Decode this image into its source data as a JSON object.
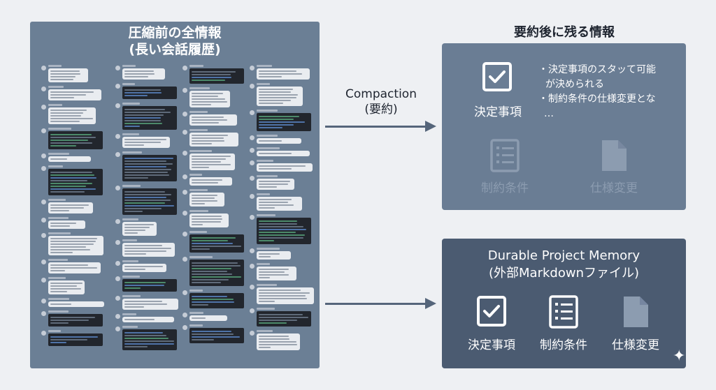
{
  "history": {
    "title_line1": "圧縮前の全情報",
    "title_line2": "(長い会話履歴)"
  },
  "compaction": {
    "line1": "Compaction",
    "line2": "(要約)"
  },
  "summary": {
    "heading": "要約後に残る情報",
    "decision_label": "決定事項",
    "constraint_label": "制約条件",
    "spec_label": "仕様変更",
    "bullet1_line1": "・決定事項のスタッて可能",
    "bullet1_line2": "が決められる",
    "bullet2": "・制約条件の仕様変更とな",
    "bullet3": "…"
  },
  "memory": {
    "title_line1": "Durable Project Memory",
    "title_line2": "(外部Markdownファイル)",
    "decision_label": "決定事項",
    "constraint_label": "制約条件",
    "spec_label": "仕様変更"
  },
  "icons": {
    "checkbox": "checkbox-icon",
    "checklist": "checklist-icon",
    "document": "document-icon",
    "sparkle": "sparkle-icon"
  },
  "colors": {
    "history_panel": "#6b7f95",
    "summary_panel": "#6a7d94",
    "memory_panel": "#4b5b71",
    "arrow": "#55657a",
    "faded": "#8c9cb0"
  }
}
